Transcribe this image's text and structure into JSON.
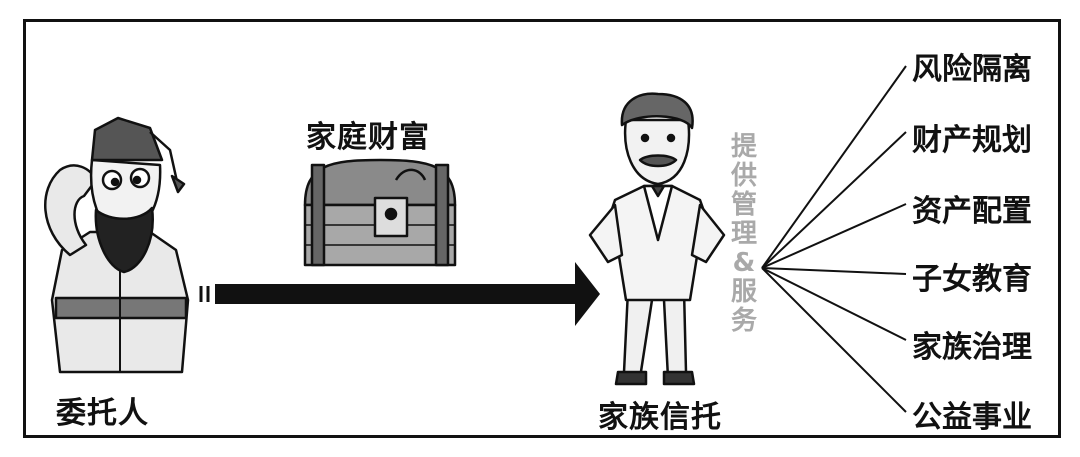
{
  "settlor_label": "委托人",
  "wealth_label": "家庭财富",
  "trust_label": "家族信托",
  "provides_label": "提供管理&服务",
  "services": [
    "风险隔离",
    "财产规划",
    "资产配置",
    "子女教育",
    "家族治理",
    "公益事业"
  ]
}
